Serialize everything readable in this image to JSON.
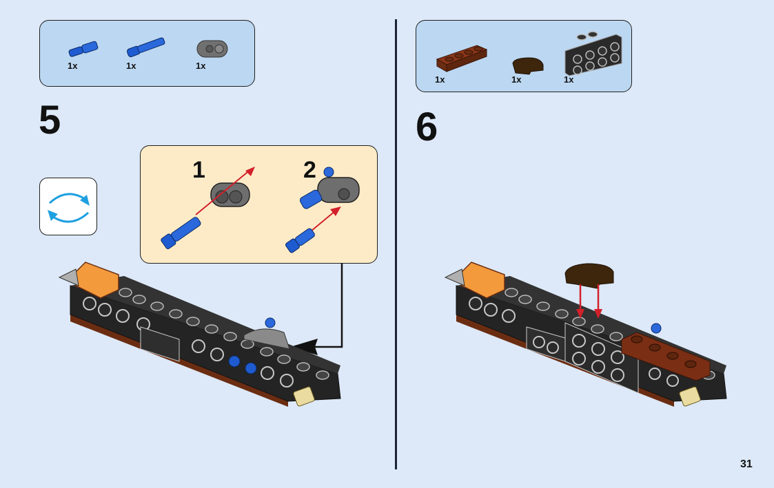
{
  "page": {
    "number": "31"
  },
  "steps": [
    {
      "number": "5",
      "parts": [
        {
          "name": "blue-axle-pin",
          "qty": "1x",
          "color": "#1f5bd0"
        },
        {
          "name": "blue-long-axle-pin",
          "qty": "1x",
          "color": "#1f5bd0"
        },
        {
          "name": "gray-beam-connector",
          "qty": "1x",
          "color": "#6e6e6e"
        }
      ],
      "subassembly": {
        "substeps": [
          "1",
          "2"
        ]
      },
      "rotate_icon": "rotate-model-icon"
    },
    {
      "number": "6",
      "parts": [
        {
          "name": "brown-plate-1x4",
          "qty": "1x",
          "color": "#7a2e14"
        },
        {
          "name": "dark-brown-curved-tile",
          "qty": "1x",
          "color": "#3d260c"
        },
        {
          "name": "black-bracket",
          "qty": "1x",
          "color": "#2a2a2a"
        }
      ]
    }
  ],
  "colors": {
    "background": "#dde9f8",
    "parts_box": "#bcd7f1",
    "subassembly_box": "#fdebc8",
    "arrow_red": "#d3202a",
    "rotate_blue": "#1ea0e0"
  }
}
